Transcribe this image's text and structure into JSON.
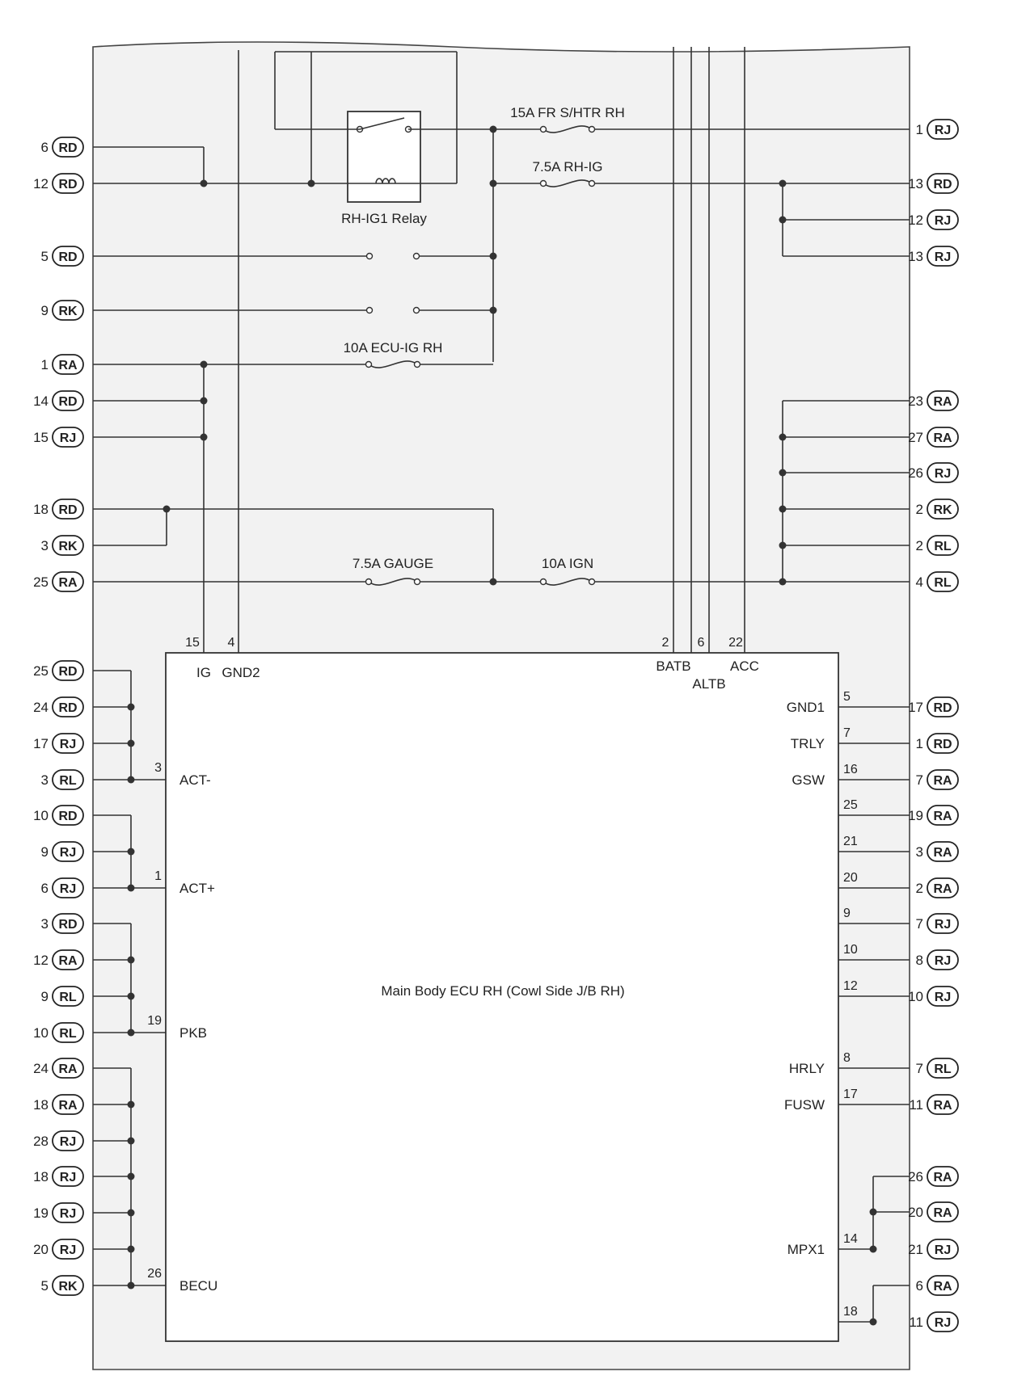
{
  "diagram": {
    "ecu_title": "Main Body ECU RH (Cowl Side J/B RH)",
    "relay_label": "RH-IG1 Relay",
    "fuses": [
      {
        "id": "f1",
        "label": "15A FR S/HTR RH"
      },
      {
        "id": "f2",
        "label": "7.5A RH-IG"
      },
      {
        "id": "f3",
        "label": "10A ECU-IG RH"
      },
      {
        "id": "f4",
        "label": "7.5A GAUGE"
      },
      {
        "id": "f5",
        "label": "10A IGN"
      }
    ],
    "top_pins": [
      {
        "num": "15",
        "name": "IG"
      },
      {
        "num": "4",
        "name": "GND2"
      },
      {
        "num": "2",
        "name": "BATB"
      },
      {
        "num": "6",
        "name": "ALTB"
      },
      {
        "num": "22",
        "name": "ACC"
      }
    ],
    "ecu_left_pins": [
      {
        "num": "3",
        "name": "ACT-"
      },
      {
        "num": "1",
        "name": "ACT+"
      },
      {
        "num": "19",
        "name": "PKB"
      },
      {
        "num": "26",
        "name": "BECU"
      }
    ],
    "ecu_right_pins": [
      {
        "num": "5",
        "name": "GND1"
      },
      {
        "num": "7",
        "name": "TRLY"
      },
      {
        "num": "16",
        "name": "GSW"
      },
      {
        "num": "25",
        "name": ""
      },
      {
        "num": "21",
        "name": ""
      },
      {
        "num": "20",
        "name": ""
      },
      {
        "num": "9",
        "name": ""
      },
      {
        "num": "10",
        "name": ""
      },
      {
        "num": "12",
        "name": ""
      },
      {
        "num": "8",
        "name": "HRLY"
      },
      {
        "num": "17",
        "name": "FUSW"
      },
      {
        "num": "14",
        "name": "MPX1"
      },
      {
        "num": "18",
        "name": ""
      }
    ],
    "left_connectors": [
      {
        "num": "6",
        "code": "RD"
      },
      {
        "num": "12",
        "code": "RD"
      },
      {
        "num": "5",
        "code": "RD"
      },
      {
        "num": "9",
        "code": "RK"
      },
      {
        "num": "1",
        "code": "RA"
      },
      {
        "num": "14",
        "code": "RD"
      },
      {
        "num": "15",
        "code": "RJ"
      },
      {
        "num": "18",
        "code": "RD"
      },
      {
        "num": "3",
        "code": "RK"
      },
      {
        "num": "25",
        "code": "RA"
      },
      {
        "num": "25",
        "code": "RD"
      },
      {
        "num": "24",
        "code": "RD"
      },
      {
        "num": "17",
        "code": "RJ"
      },
      {
        "num": "3",
        "code": "RL"
      },
      {
        "num": "10",
        "code": "RD"
      },
      {
        "num": "9",
        "code": "RJ"
      },
      {
        "num": "6",
        "code": "RJ"
      },
      {
        "num": "3",
        "code": "RD"
      },
      {
        "num": "12",
        "code": "RA"
      },
      {
        "num": "9",
        "code": "RL"
      },
      {
        "num": "10",
        "code": "RL"
      },
      {
        "num": "24",
        "code": "RA"
      },
      {
        "num": "18",
        "code": "RA"
      },
      {
        "num": "28",
        "code": "RJ"
      },
      {
        "num": "18",
        "code": "RJ"
      },
      {
        "num": "19",
        "code": "RJ"
      },
      {
        "num": "20",
        "code": "RJ"
      },
      {
        "num": "5",
        "code": "RK"
      }
    ],
    "right_connectors": [
      {
        "num": "1",
        "code": "RJ"
      },
      {
        "num": "13",
        "code": "RD"
      },
      {
        "num": "12",
        "code": "RJ"
      },
      {
        "num": "13",
        "code": "RJ"
      },
      {
        "num": "23",
        "code": "RA"
      },
      {
        "num": "27",
        "code": "RA"
      },
      {
        "num": "26",
        "code": "RJ"
      },
      {
        "num": "2",
        "code": "RK"
      },
      {
        "num": "2",
        "code": "RL"
      },
      {
        "num": "4",
        "code": "RL"
      },
      {
        "num": "17",
        "code": "RD"
      },
      {
        "num": "1",
        "code": "RD"
      },
      {
        "num": "7",
        "code": "RA"
      },
      {
        "num": "19",
        "code": "RA"
      },
      {
        "num": "3",
        "code": "RA"
      },
      {
        "num": "2",
        "code": "RA"
      },
      {
        "num": "7",
        "code": "RJ"
      },
      {
        "num": "8",
        "code": "RJ"
      },
      {
        "num": "10",
        "code": "RJ"
      },
      {
        "num": "7",
        "code": "RL"
      },
      {
        "num": "11",
        "code": "RA"
      },
      {
        "num": "26",
        "code": "RA"
      },
      {
        "num": "20",
        "code": "RA"
      },
      {
        "num": "21",
        "code": "RJ"
      },
      {
        "num": "6",
        "code": "RA"
      },
      {
        "num": "11",
        "code": "RJ"
      }
    ]
  }
}
